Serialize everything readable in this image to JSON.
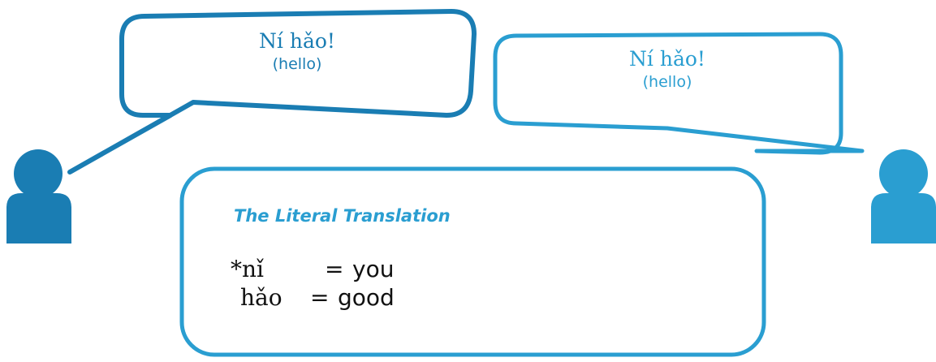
{
  "colors": {
    "left_accent": "#1a7db3",
    "right_accent": "#2a9ed1",
    "text_dark": "#111111",
    "background": "#ffffff"
  },
  "left_bubble": {
    "greeting": "Ní hǎo!",
    "gloss": "(hello)"
  },
  "right_bubble": {
    "greeting": "Ní hǎo!",
    "gloss": "(hello)"
  },
  "translation_panel": {
    "title": "The Literal Translation",
    "rows": [
      {
        "pinyin": "*nǐ",
        "equals": "=",
        "meaning": "you"
      },
      {
        "pinyin": "hǎo",
        "equals": "=",
        "meaning": "good"
      }
    ]
  },
  "icons": {
    "left_person": "person-icon",
    "right_person": "person-icon"
  }
}
